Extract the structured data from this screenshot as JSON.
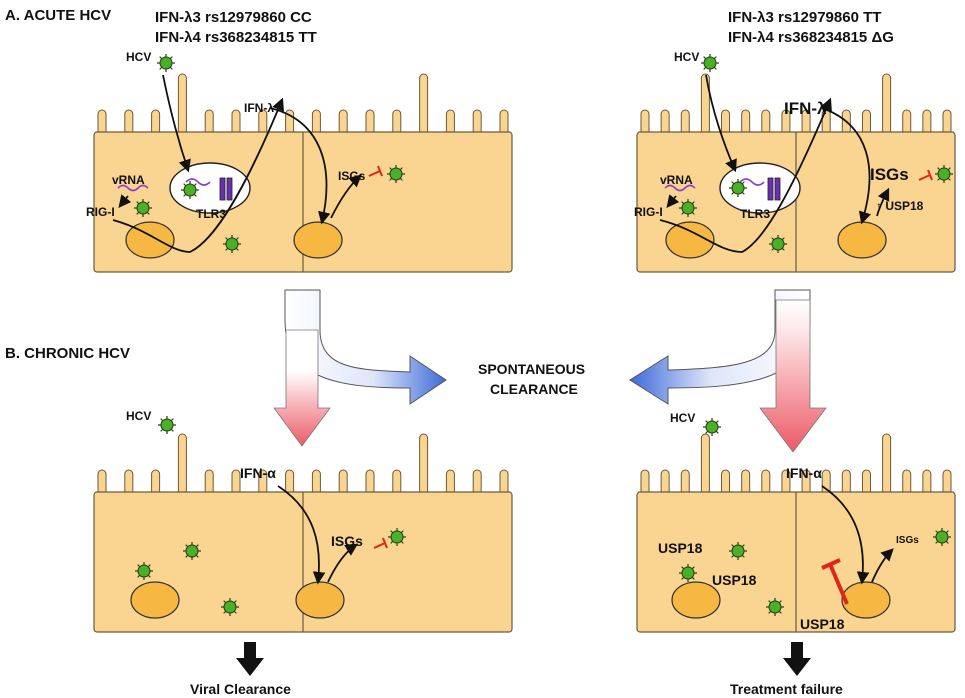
{
  "sections": {
    "a_title": "A. ACUTE HCV",
    "b_title": "B. CHRONIC HCV"
  },
  "genotypes": {
    "left_line1": "IFN-λ3 rs12979860 CC",
    "left_line2": "IFN-λ4 rs368234815 TT",
    "right_line1": "IFN-λ3 rs12979860 TT",
    "right_line2": "IFN-λ4 rs368234815 ΔG"
  },
  "labels": {
    "hcv": "HCV",
    "vrna": "vRNA",
    "rigi": "RIG-I",
    "tlr3": "TLR3",
    "ifn_lambda": "IFN-λ",
    "ifn_alpha": "IFN-α",
    "isgs": "ISGs",
    "usp18": "USP18",
    "usp18_up": "↑ USP18"
  },
  "center": {
    "line1": "SPONTANEOUS",
    "line2": "CLEARANCE"
  },
  "outcomes": {
    "left": "Viral Clearance",
    "right": "Treatment failure"
  },
  "colors": {
    "cell_fill": "#fad491",
    "cell_stroke": "#6b5a3a",
    "nucleus_fill": "#f6b842",
    "virus_fill": "#4caf28",
    "blue_arrow": "#3e6bd8",
    "red_arrow": "#ec5a66",
    "inhibition_red": "#e1251b",
    "tlr3_purple": "#6a2fb0"
  }
}
